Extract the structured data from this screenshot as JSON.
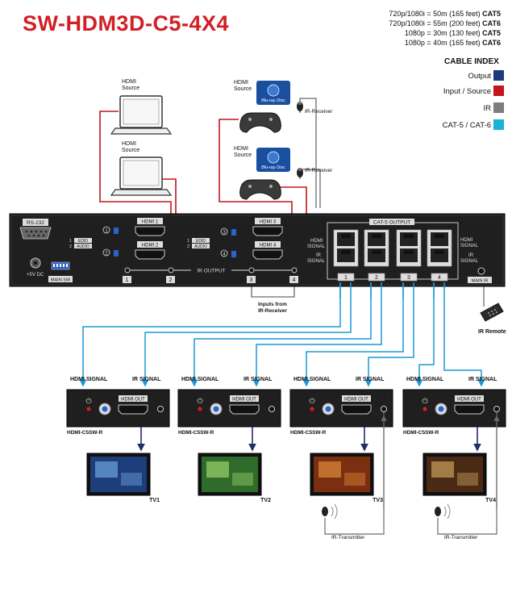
{
  "title": "SW-HDM3D-C5-4X4",
  "specs": [
    {
      "text": "720p/1080i = 50m (165 feet) ",
      "cable": "CAT5"
    },
    {
      "text": "720p/1080i = 55m (200 feet) ",
      "cable": "CAT6"
    },
    {
      "text": "1080p = 30m (130 feet) ",
      "cable": "CAT5"
    },
    {
      "text": "1080p = 40m (165 feet) ",
      "cable": "CAT6"
    }
  ],
  "cable_index": {
    "title": "CABLE INDEX",
    "items": [
      {
        "label": "Output",
        "color": "#1f3a7a"
      },
      {
        "label": "Input / Source",
        "color": "#c0161c"
      },
      {
        "label": "IR",
        "color": "#7d7d7d"
      },
      {
        "label": "CAT-5 / CAT-6",
        "color": "#1bb0d6"
      }
    ]
  },
  "sources": {
    "hdmi_source": "HDMI\nSource",
    "ir_receiver": "IR-Receiver",
    "bluray": "Blu-ray Disc"
  },
  "switcher": {
    "rs232": "RS-232",
    "dc": "+5V DC",
    "main_sw": "MAIN SW",
    "edid": "EDID",
    "audio": "AUDIO",
    "edid_num_1": "1",
    "edid_num_2": "2",
    "inputs": [
      "HDMI 1",
      "HDMI 2",
      "HDMI 3",
      "HDMI 4"
    ],
    "input_nums": [
      "1",
      "2",
      "3",
      "4"
    ],
    "ir_output": "IR OUTPUT",
    "ir_out_nums": [
      "1",
      "2",
      "3",
      "4"
    ],
    "cat5_output": "CAT-5 OUTPUT",
    "cat_nums": [
      "1",
      "2",
      "3",
      "4"
    ],
    "hdmi_signal": "HDMI\nSIGNAL",
    "ir_signal": "IR\nSIGNAL",
    "main_ir": "MAIN IR"
  },
  "inputs_from_ir": "Inputs from\nIR-Receiver",
  "ir_remote": "IR Remote",
  "receivers": {
    "hdmi_signal": "HDMI SIGNAL",
    "ir_signal": "IR SIGNAL",
    "hdmi_out": "HDMI OUT",
    "model": "HDMI-C5SW-R"
  },
  "tvs": [
    "TV1",
    "TV2",
    "TV3",
    "TV4"
  ],
  "ir_transmitter": "IR-Transmitter"
}
